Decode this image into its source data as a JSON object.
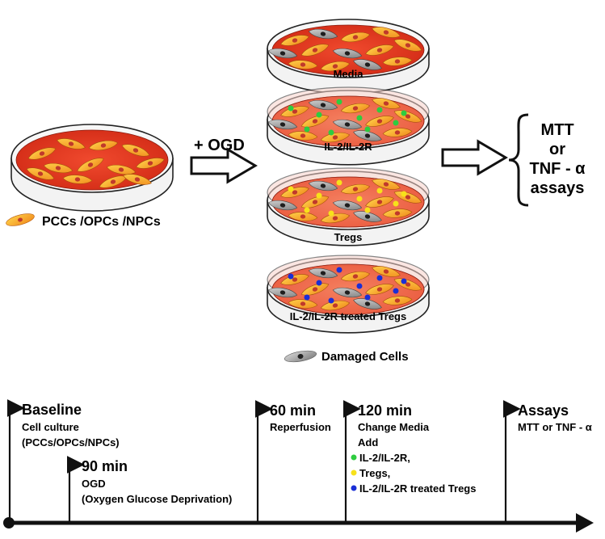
{
  "left": {
    "legend_cells": "PCCs /OPCs /NPCs"
  },
  "arrow1_label": "+ OGD",
  "dishes": [
    {
      "label": "Media"
    },
    {
      "label": "IL-2/IL-2R"
    },
    {
      "label": "Tregs"
    },
    {
      "label": "IL-2/IL-2R treated Tregs"
    }
  ],
  "damaged_legend": "Damaged Cells",
  "assays": {
    "line1": "MTT",
    "line2": "or",
    "line3": "TNF - α",
    "line4": "assays"
  },
  "colors": {
    "media_red": "#e8321f",
    "light_pink": "#f7c9c0",
    "cell_orange": "#f5a623",
    "damaged_gray": "#9a9a9a",
    "dot_green": "#2ecc40",
    "dot_yellow": "#f7e11a",
    "dot_blue": "#1a2fd6"
  },
  "timeline": {
    "baseline": {
      "title": "Baseline",
      "line1": "Cell culture",
      "line2": "(PCCs/OPCs/NPCs)"
    },
    "ogd": {
      "title": "90 min",
      "line1": "OGD",
      "line2": "(Oxygen Glucose Deprivation)"
    },
    "reperfusion": {
      "title": "60 min",
      "line1": "Reperfusion"
    },
    "change": {
      "title": "120 min",
      "line1": "Change Media",
      "line2": "Add",
      "item1": "IL-2/IL-2R,",
      "item2": "Tregs,",
      "item3": "IL-2/IL-2R treated Tregs"
    },
    "assays": {
      "title": "Assays",
      "line1": "MTT or TNF - α"
    }
  }
}
